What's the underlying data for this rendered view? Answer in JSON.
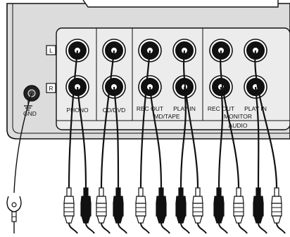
{
  "channel_marks": {
    "left": "L",
    "right": "R"
  },
  "ground": {
    "label": "GND",
    "symbol": "ground-terminal"
  },
  "inputs": {
    "phono": "PHONO",
    "cd_dvd": "CD/DVD",
    "md_tape_rec_out": "REC OUT",
    "md_tape_play_in": "PLAY IN",
    "md_tape_group": "MD/TAPE",
    "monitor_rec_out": "REC OUT",
    "monitor_play_in": "PLAY IN",
    "monitor_group": "MONITOR",
    "audio_group": "AUDIO"
  },
  "colors": {
    "panel": "#dcdcdc",
    "line": "#111111",
    "plug_white": "#ffffff",
    "plug_black": "#111111"
  },
  "plugs": [
    {
      "name": "phono-left-plug",
      "color": "white"
    },
    {
      "name": "phono-right-plug",
      "color": "black"
    },
    {
      "name": "cd-dvd-left-plug",
      "color": "white"
    },
    {
      "name": "cd-dvd-right-plug",
      "color": "black"
    },
    {
      "name": "md-tape-rec-out-left-plug",
      "color": "white"
    },
    {
      "name": "md-tape-rec-out-right-plug",
      "color": "black"
    },
    {
      "name": "md-tape-play-in-right-plug",
      "color": "black"
    },
    {
      "name": "md-tape-play-in-left-plug",
      "color": "white"
    },
    {
      "name": "monitor-rec-out-right-plug",
      "color": "black"
    },
    {
      "name": "monitor-rec-out-left-plug",
      "color": "white"
    },
    {
      "name": "monitor-play-in-right-plug",
      "color": "black"
    },
    {
      "name": "monitor-play-in-left-plug",
      "color": "white"
    }
  ]
}
